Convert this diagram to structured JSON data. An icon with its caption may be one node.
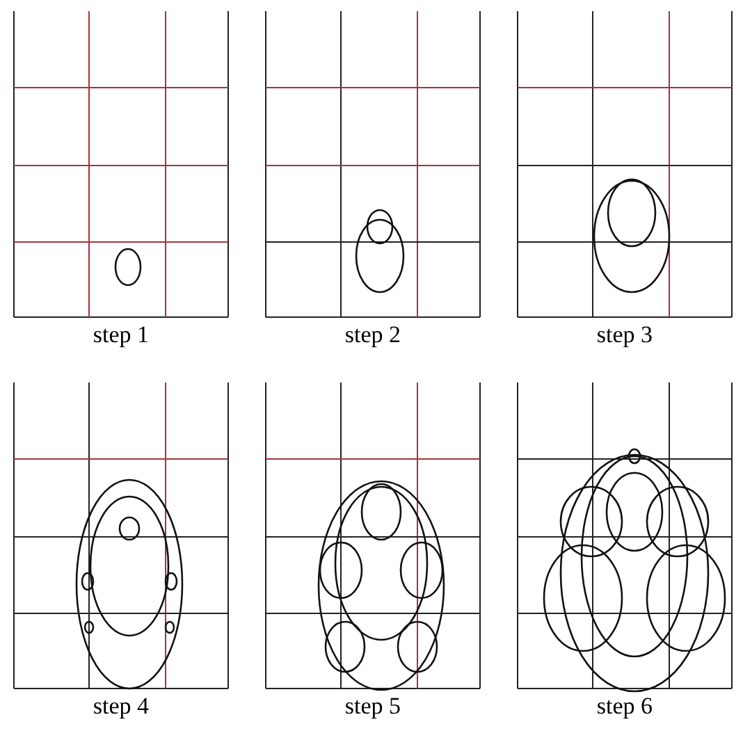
{
  "diagram": {
    "labels": [
      "step 1",
      "step 2",
      "step 3",
      "step 4",
      "step 5",
      "step 6"
    ]
  }
}
